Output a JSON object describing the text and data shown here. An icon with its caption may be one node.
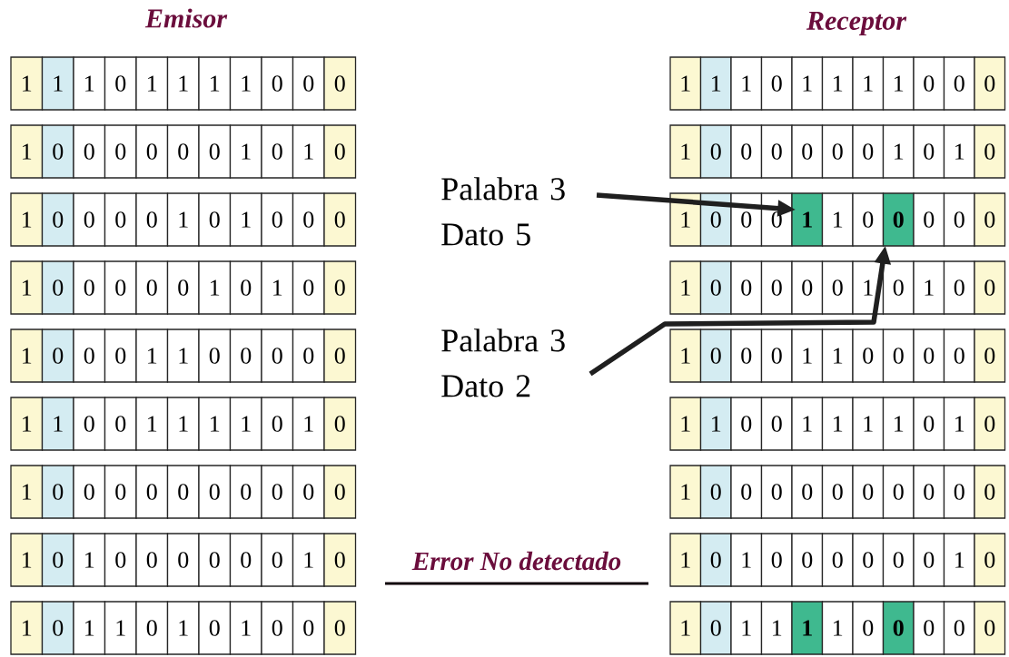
{
  "diagram": {
    "nodes": [
      {
        "text": [
          "Palabra 3 Dato 5"
        ]
      },
      {
        "text": [
          "1"
        ]
      },
      {
        "text": [
          "0"
        ]
      },
      {
        "text": [
          "Palabra 3 Dato 2"
        ]
      }
    ],
    "edges": [
      {
        "from": 0,
        "to": 1,
        "arrow": "to"
      },
      {
        "from": 3,
        "to": 2,
        "arrow": "to"
      }
    ],
    "labels": [
      "Emisor",
      "Receptor",
      "1",
      "1",
      "1",
      "0",
      "1",
      "1",
      "1",
      "1",
      "0",
      "0",
      "0",
      "1",
      "0",
      "0",
      "0",
      "0",
      "0",
      "0",
      "1",
      "0",
      "1",
      "0",
      "1",
      "0",
      "0",
      "0",
      "0",
      "1",
      "0",
      "1",
      "0",
      "0",
      "0",
      "1",
      "0",
      "0",
      "0",
      "0",
      "0",
      "1",
      "0",
      "1",
      "0",
      "0",
      "1",
      "0",
      "0",
      "0",
      "1",
      "1",
      "0",
      "0",
      "0",
      "0",
      "0",
      "1",
      "1",
      "0",
      "0",
      "1",
      "1",
      "1",
      "1",
      "0",
      "1",
      "0",
      "1",
      "0",
      "0",
      "0",
      "0",
      "0",
      "0",
      "0",
      "0",
      "0",
      "0",
      "1",
      "0",
      "1",
      "0",
      "0",
      "0",
      "0",
      "0",
      "0",
      "1",
      "0",
      "1",
      "0",
      "1",
      "1",
      "0",
      "1",
      "0",
      "1",
      "0",
      "0",
      "0",
      "1",
      "1",
      "1",
      "0",
      "1",
      "1",
      "1",
      "1",
      "0",
      "0",
      "0",
      "1",
      "0",
      "0",
      "0",
      "0",
      "0",
      "0",
      "1",
      "0",
      "1",
      "0",
      "1",
      "0",
      "0",
      "0",
      "1",
      "0",
      "0",
      "0",
      "0",
      "1",
      "0",
      "0",
      "0",
      "0",
      "0",
      "1",
      "0",
      "1",
      "0",
      "0",
      "1",
      "0",
      "0",
      "0",
      "1",
      "1",
      "0",
      "0",
      "0",
      "0",
      "0",
      "1",
      "1",
      "0",
      "0",
      "1",
      "1",
      "1",
      "1",
      "0",
      "1",
      "0",
      "1",
      "0",
      "0",
      "0",
      "0",
      "0",
      "0",
      "0",
      "0",
      "0",
      "0",
      "1",
      "0",
      "1",
      "0",
      "0",
      "0",
      "0",
      "0",
      "0",
      "1",
      "0",
      "1",
      "0",
      "1",
      "1",
      "1",
      "1",
      "0",
      "0",
      "0",
      "0",
      "0",
      "Error No detectado"
    ]
  }
}
